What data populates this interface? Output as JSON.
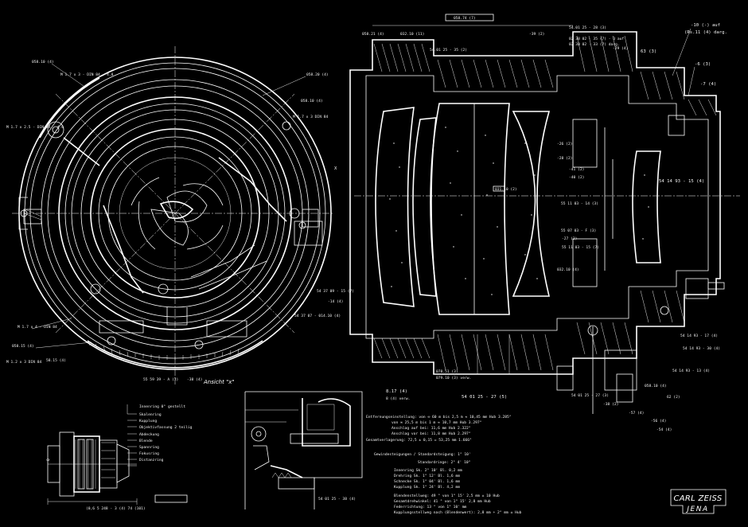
{
  "brand": {
    "line1": "CARL ZEISS",
    "line2": "JENA"
  },
  "section_view": {
    "top_labels": [
      "058.74 (7)",
      "058.21 (4)",
      "032.10 (11)",
      "54.01 25 - 35 (2)",
      "-39 (2)",
      "54.01 25 - 28 (3)",
      "02 38 02 - 35 (7) - 3 auf",
      "02 38 02 - 33 (7) darg.",
      "-29 (4)",
      "-10 (-) auf",
      "(Rs.11 (4) darg.",
      "63 (3)",
      "-6 (3)",
      "-7 (4)"
    ],
    "right_labels": [
      "54 14 93 - 15 (4)",
      "55 11 03 - 14 (3)",
      "54 01 25 - 27 (3)",
      "54 14 93 - 13 (4)",
      "54 14 93 - 17 (4)",
      "058.10 (4)",
      "62 (2)",
      "54 14 93 - 30 (4)"
    ],
    "bottom_labels": [
      "8.17 (4)",
      "8 (4) verw.",
      "078.51 (3)",
      "079.10 (3) verw.",
      "54 01 25 - 27 (5)",
      "-38 (2)",
      "-57 (4)",
      "-56 (4)",
      "-54 (4)"
    ],
    "center_label": "031.10 (2)",
    "inner_labels": [
      "55 07 03 - F (3)",
      "-27 (2)",
      "55 11 03 - 15 (7)",
      "032.10 (4)",
      "-28 (2)",
      "-41 (2)",
      "-40 (2)",
      "-26 (2)"
    ]
  },
  "front_view": {
    "labels": [
      "058.10 (4)",
      "M 1.7 x 3 - DIN 84 - 4.8",
      "058.20 (4)",
      "058.10 (4)",
      "M 1.7 x 3 DIN 84",
      "54 37 09 - 15 (7)",
      "-14 (4)",
      "54 37 07 - 014.10 (4)",
      "55 59 39 - A (3)",
      "-38 (4)",
      "M 1.7 x 2.5 - DIN 84 - 4.8",
      "M 1.7 x 4 - DIN 84",
      "058.15 (4)",
      "58.15 (4)",
      "M 1.2 x 3 DIN 84"
    ],
    "axis_mark": "X"
  },
  "detail_view": {
    "title": "Ansicht \"x\"",
    "bottom_label": "54 01 25 - 38 (4)"
  },
  "side_view": {
    "labels": [
      "Innenring 0° gestellt",
      "Skalenring",
      "Kupplung",
      "Objektivfassung 2 teilig",
      "Abdeckung",
      "Blende",
      "Spannring",
      "Fokusring",
      "Distanzring"
    ],
    "caption": "(0,6 5 248 - 3 (4) 74 (101)"
  },
  "notes": {
    "lines": [
      "Entfernungseinstellung: von ∞ 60 m  bis 2,5 m ≈ 10,45 mm Hub 3.285°",
      "von ∞ 25,5 m  bis 1 m  ≈ 10,7 mm Hub 3.297°",
      "Anschlag auf bei: 11,6 mm Hub 2.322°",
      "Anschlag vor bei: 11,8 mm Hub 2.297°",
      "Gesamtverlagerung: 72,5 ± 0,15 = 53,25 mm 1.666°"
    ],
    "table_title": "Gewindesteigungen / Standardsteigung: 1° 10'",
    "table_sub": "Standardringe: 2° 4' 10\"",
    "table_rows": [
      "Innenring Sk. 2° 10'      Bl. 0,2 mm",
      "Drehring Sk. 1° 12'      Bl. 1,6 mm",
      "Schnecke Sk. 1° 04'      Bl. 1,6 mm",
      "Kupplung Sk. 1° 24'      Bl. 4,2 mm"
    ],
    "footer_rows": [
      "Blendenstellweg: 49 °  von 1° 15'  2,5 mm ± 10 Hub",
      "Gesamtdrehwinkel: 41 ° von 1° 15'  2,8 mm Hub",
      "Federrichtung: 13 ° von 1° 10'  mm",
      "Kupplungsstellweg nach (Blendenwert): 2,8 mm + 2° mm ± Hub"
    ]
  }
}
